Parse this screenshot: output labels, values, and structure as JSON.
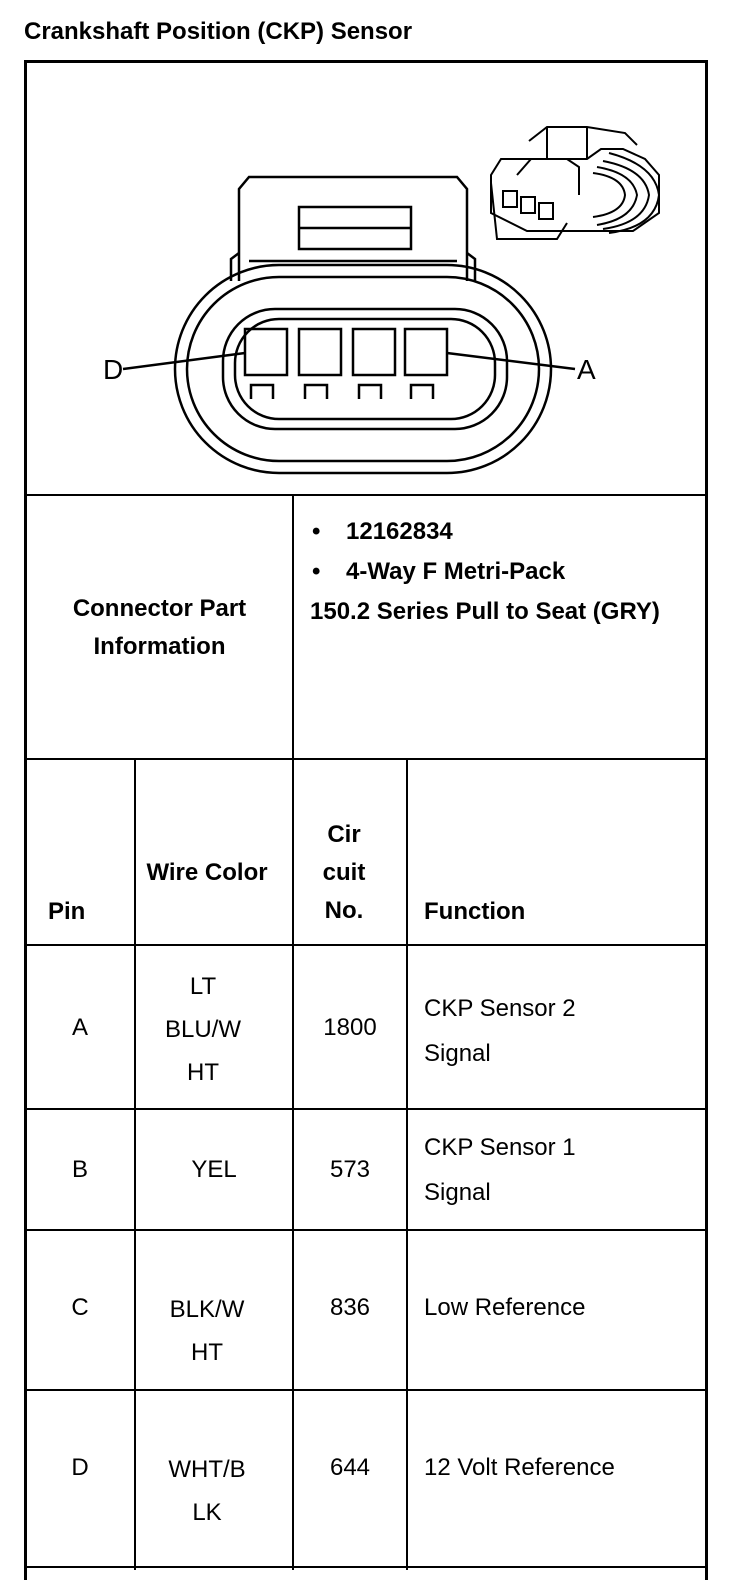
{
  "title": "Crankshaft Position (CKP) Sensor",
  "diagram": {
    "label_left": "D",
    "label_right": "A"
  },
  "part_info": {
    "label": "Connector Part Information",
    "bullets": [
      "12162834",
      "4-Way F Metri-Pack"
    ],
    "continuation": "150.2 Series Pull to Seat (GRY)"
  },
  "table": {
    "headers": [
      "Pin",
      "Wire Color",
      "Cir cuit No.",
      "Function"
    ],
    "rows": [
      {
        "pin": "A",
        "wire_color": "LT BLU/W HT",
        "circuit": "1800",
        "function": "CKP Sensor 2 Signal"
      },
      {
        "pin": "B",
        "wire_color": "YEL",
        "circuit": "573",
        "function": "CKP Sensor 1 Signal"
      },
      {
        "pin": "C",
        "wire_color": "BLK/W HT",
        "circuit": "836",
        "function": "Low Reference"
      },
      {
        "pin": "D",
        "wire_color": "WHT/B LK",
        "circuit": "644",
        "function": "12 Volt Reference"
      }
    ]
  }
}
